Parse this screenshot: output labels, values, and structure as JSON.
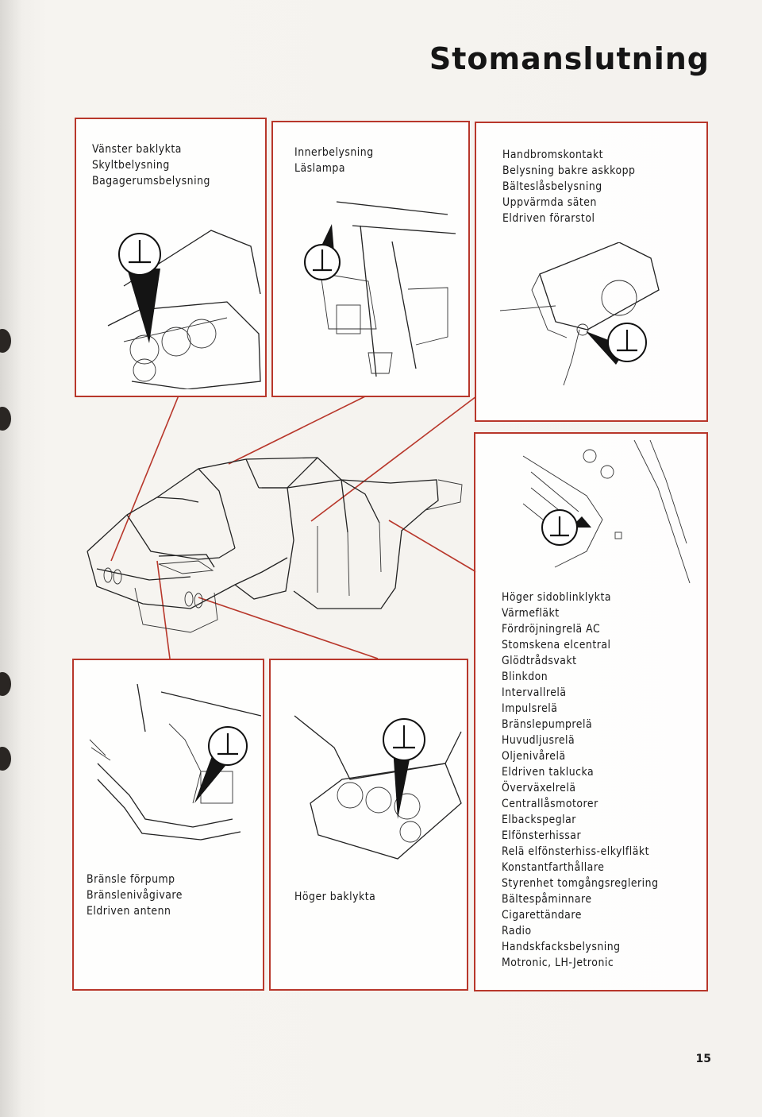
{
  "page": {
    "title": "Stomanslutning",
    "page_number": "15"
  },
  "panels": {
    "rear_left": {
      "lines": [
        "Vänster baklykta",
        "Skyltbelysning",
        "Bagagerumsbelysning"
      ]
    },
    "interior": {
      "lines": [
        "Innerbelysning",
        "Läslampa"
      ]
    },
    "console": {
      "lines": [
        "Handbromskontakt",
        "Belysning bakre askkopp",
        "Bälteslåsbelysning",
        "Uppvärmda säten",
        "Eldriven förarstol"
      ]
    },
    "front_right": {
      "lines": [
        "Höger sidoblinklykta",
        "Värmefläkt",
        "Fördröjningrelä AC",
        "Stomskena elcentral",
        "Glödtrådsvakt",
        "Blinkdon",
        "Intervallrelä",
        "Impulsrelä",
        "Bränslepumprelä",
        "Huvudljusrelä",
        "Oljenivårelä",
        "Eldriven taklucka",
        "Överväxelrelä",
        "Centrallåsmotorer",
        "Elbackspeglar",
        "Elfönsterhissar",
        "Relä elfönsterhiss-elkylfläkt",
        "Konstantfarthållare",
        "Styrenhet tomgångsreglering",
        "Bältespåminnare",
        "Cigarettändare",
        "Radio",
        "Handskfacksbelysning",
        "Motronic, LH-Jetronic"
      ]
    },
    "fuel": {
      "lines": [
        "Bränsle förpump",
        "Bränslenivågivare",
        "Eldriven antenn"
      ]
    },
    "rear_right": {
      "lines": [
        "Höger baklykta"
      ]
    }
  },
  "colors": {
    "accent_frame": "#b8372b",
    "ink": "#1d1d1d",
    "paper": "#f4f2ee"
  },
  "icons": [
    "ground-symbol-icon"
  ]
}
